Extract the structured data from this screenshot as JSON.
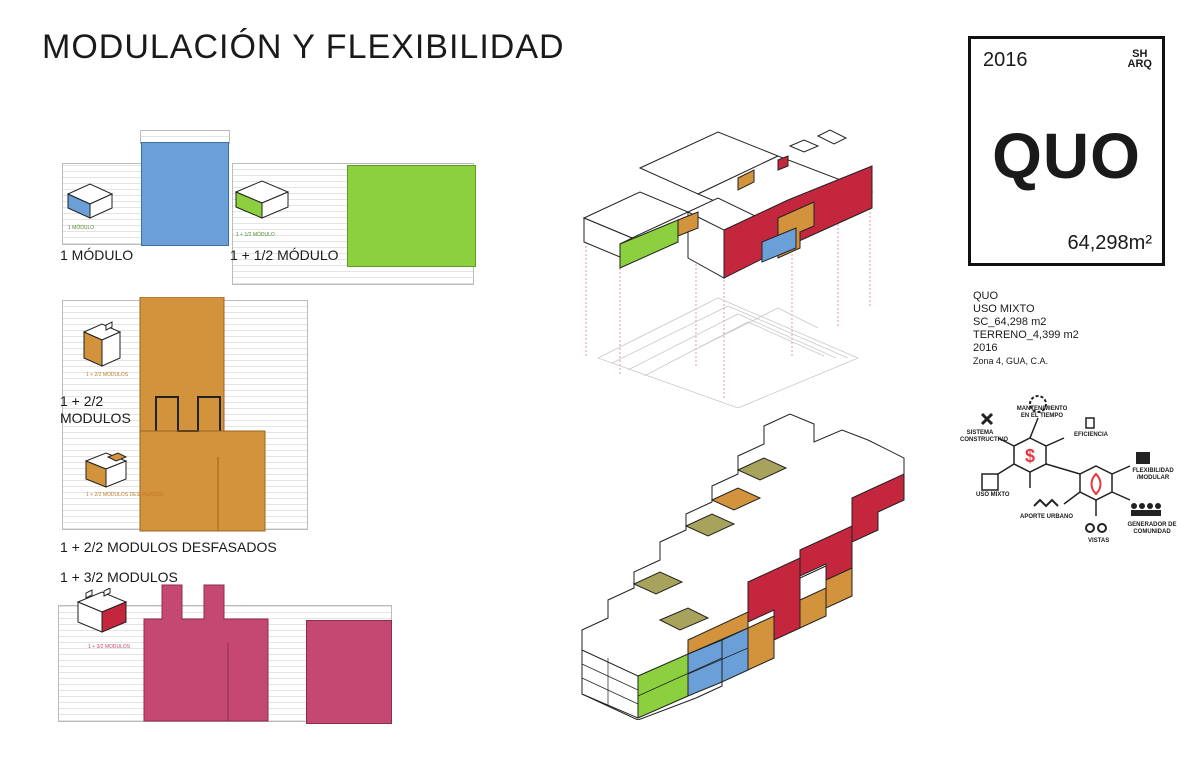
{
  "title": "MODULACIÓN Y FLEXIBILIDAD",
  "labels": {
    "one_module": "1 MÓDULO",
    "one_half_module": "1 + 1/2 MÓDULO",
    "two_half_a": "1 + 2/2",
    "two_half_b": "MODULOS",
    "two_half_offset": "1 + 2/2 MODULOS DESFASADOS",
    "three_half": "1 + 3/2 MODULOS"
  },
  "mini_labels": {
    "m1": "1 MÓDULO",
    "m2": "1 + 1/2 MÓDULO",
    "m3": "1 + 2/2 MODULOS",
    "m4": "1 + 2/2 MODULOS DESFASADOS",
    "m5": "1 + 3/2 MODULOS"
  },
  "card": {
    "year": "2016",
    "logo_line1": "SH",
    "logo_line2": "ARQ",
    "symbol": "QUO",
    "area": "64,298m²"
  },
  "info": {
    "line1": "QUO",
    "line2": "USO MIXTO",
    "line3": "SC_64,298 m2",
    "line4": "TERRENO_4,399 m2",
    "line5": "2016",
    "line6": "Zona 4, GUA, C.A."
  },
  "icons": {
    "mantenimiento": "MANTENIMIENTO EN EL TIEMPO",
    "sistema": "SISTEMA CONSTRUCTIVO",
    "eficiencia": "EFICIENCIA",
    "flexibilidad": "FLEXIBILIDAD /MODULAR",
    "uso_mixto": "USO MIXTO",
    "aporte": "APORTE URBANO",
    "vistas": "VISTAS",
    "generador": "GENERADOR DE COMUNIDAD"
  },
  "colors": {
    "blue": "#6a9fd8",
    "green": "#8ccf3f",
    "orange": "#d3923c",
    "magenta": "#c54872",
    "red": "#c4263e",
    "olive": "#a7a35c"
  }
}
